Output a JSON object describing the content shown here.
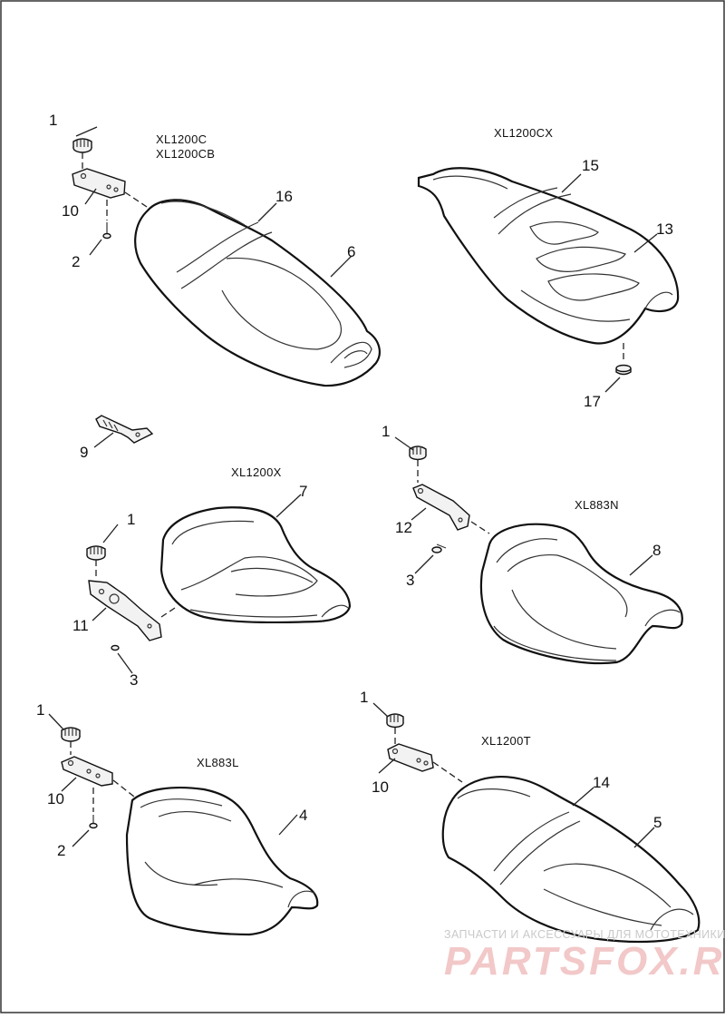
{
  "models": {
    "xl1200c": "XL1200C",
    "xl1200cb": "XL1200CB",
    "xl1200cx": "XL1200CX",
    "xl1200x": "XL1200X",
    "xl883n": "XL883N",
    "xl883l": "XL883L",
    "xl1200t": "XL1200T"
  },
  "callouts": {
    "a1": "1",
    "a10": "10",
    "a2": "2",
    "a16": "16",
    "a6": "6",
    "b15": "15",
    "b13": "13",
    "b17": "17",
    "c9": "9",
    "d1": "1",
    "d7": "7",
    "d11": "11",
    "d3": "3",
    "e1": "1",
    "e12": "12",
    "e3": "3",
    "e8": "8",
    "f1": "1",
    "f10": "10",
    "f2": "2",
    "f4": "4",
    "g1": "1",
    "g10": "10",
    "g14": "14",
    "g5": "5"
  },
  "watermark": {
    "caption": "ЗАПЧАСТИ И АКСЕССУАРЫ ДЛЯ МОТОТЕХНИКИ",
    "brand": "PARTSFOX.RU"
  }
}
